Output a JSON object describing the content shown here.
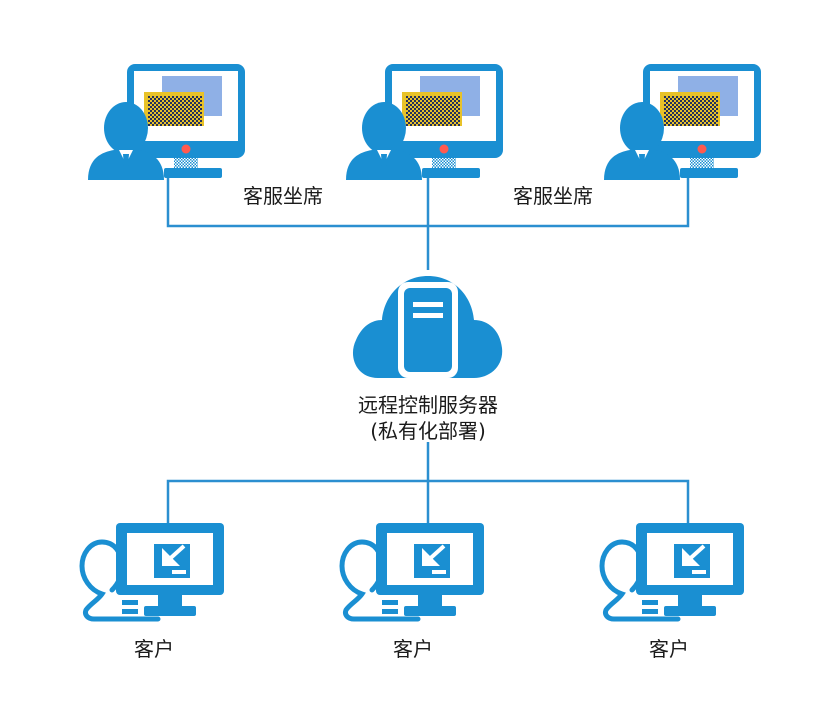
{
  "colors": {
    "accent": "#1a8fd2",
    "line": "#2b8fd0",
    "screen_panel": "#8fb0e6",
    "screen_dark": "#23305c",
    "screen_yellow": "#e8c229",
    "indicator": "#ff5a4f"
  },
  "labels": {
    "agent_left": "客服坐席",
    "agent_right": "客服坐席",
    "server_line1": "远程控制服务器",
    "server_line2": "(私有化部署)",
    "client_left": "客户",
    "client_mid": "客户",
    "client_right": "客户"
  },
  "icons": {
    "agent": "agent-workstation-icon",
    "server": "cloud-server-icon",
    "client": "client-computer-icon"
  }
}
